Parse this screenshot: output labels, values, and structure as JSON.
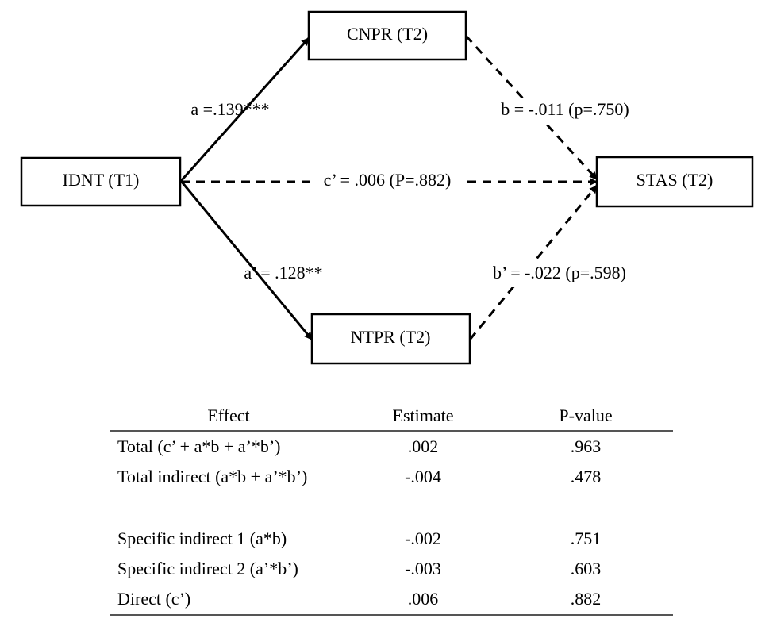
{
  "diagram": {
    "nodes": {
      "idnt": "IDNT (T1)",
      "cnpr": "CNPR (T2)",
      "ntpr": "NTPR (T2)",
      "stas": "STAS (T2)"
    },
    "paths": {
      "a": "a =.139***",
      "b": "b = -.011 (p=.750)",
      "c_prime": "c’ = .006 (P=.882)",
      "a_prime": "a’ = .128**",
      "b_prime": "b’ = -.022 (p=.598)"
    }
  },
  "table": {
    "headers": {
      "effect": "Effect",
      "estimate": "Estimate",
      "pvalue": "P-value"
    },
    "rows": [
      {
        "effect": "Total (c’ + a*b + a’*b’)",
        "estimate": ".002",
        "pvalue": ".963"
      },
      {
        "effect": "Total indirect (a*b + a’*b’)",
        "estimate": "-.004",
        "pvalue": ".478"
      },
      {
        "effect": "",
        "estimate": "",
        "pvalue": ""
      },
      {
        "effect": "Specific indirect 1 (a*b)",
        "estimate": "-.002",
        "pvalue": ".751"
      },
      {
        "effect": "Specific indirect 2 (a’*b’)",
        "estimate": "-.003",
        "pvalue": ".603"
      },
      {
        "effect": "Direct (c’)",
        "estimate": ".006",
        "pvalue": ".882"
      }
    ]
  }
}
